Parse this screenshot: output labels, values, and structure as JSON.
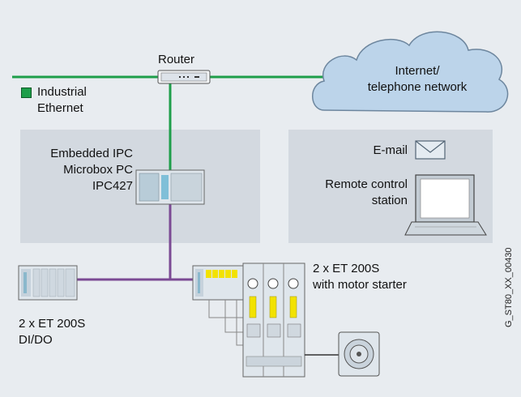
{
  "legend": {
    "network_label_line1": "Industrial",
    "network_label_line2": "Ethernet",
    "network_color": "#1e9e4a"
  },
  "profibus_color": "#7b4a94",
  "router": {
    "label": "Router"
  },
  "cloud": {
    "line1": "Internet/",
    "line2": "telephone network"
  },
  "ipc": {
    "line1": "Embedded IPC",
    "line2": "Microbox PC",
    "line3": "IPC427"
  },
  "remote": {
    "email_label": "E-mail",
    "station_line1": "Remote control",
    "station_line2": "station"
  },
  "et200s_io": {
    "line1": "2 x ET 200S",
    "line2": "DI/DO"
  },
  "et200s_motor": {
    "line1": "2 x ET 200S",
    "line2": "with motor starter"
  },
  "figure_id": "G_ST80_XX_00430"
}
